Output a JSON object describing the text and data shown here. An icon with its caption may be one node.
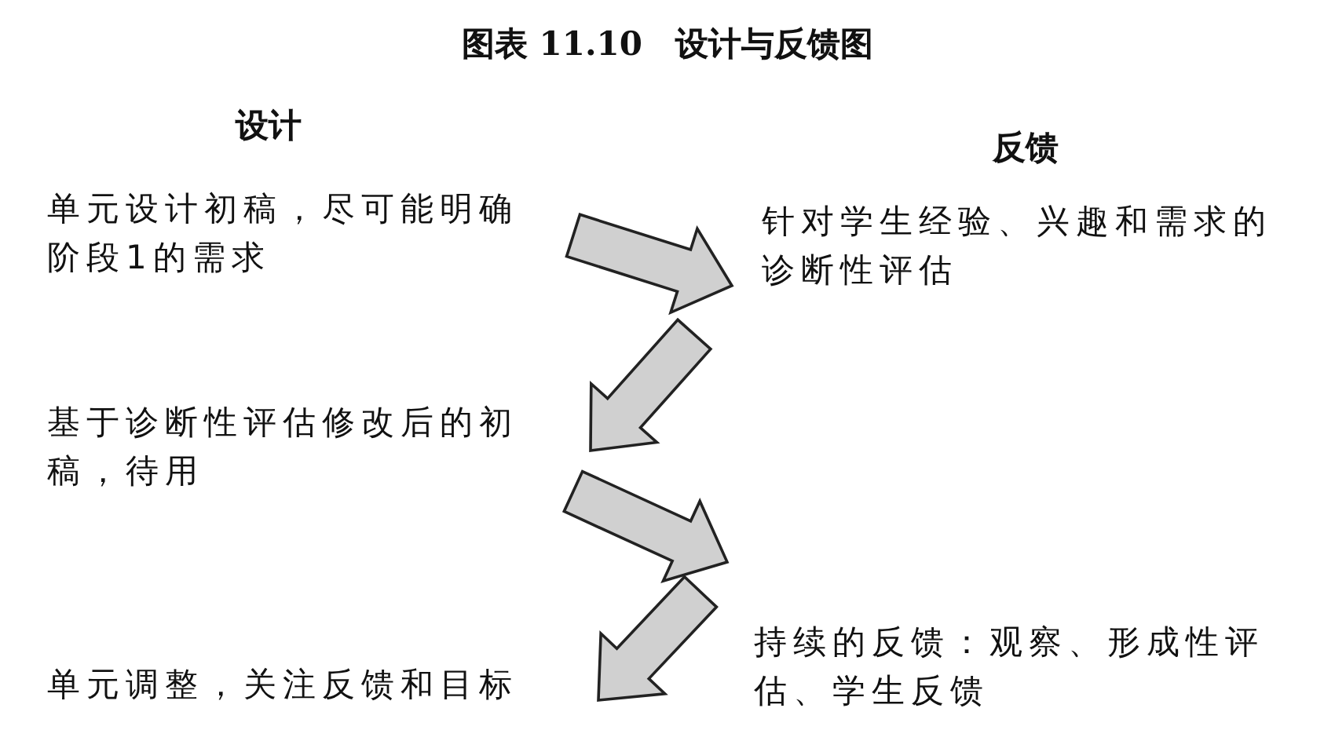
{
  "diagram": {
    "title": "图表 11.10　设计与反馈图",
    "nodes": [
      {
        "text": [
          "单元设计初稿，尽可能明确阶段1的需求"
        ]
      },
      {
        "text": [
          "针对学生经验、兴趣和需求的诊断性评估"
        ]
      },
      {
        "text": [
          "基于诊断性评估修改后的初稿，待用"
        ]
      },
      {
        "text": [
          "持续的反馈：观察、形成性评估、学生反馈"
        ]
      },
      {
        "text": [
          "单元调整，关注反馈和目标"
        ]
      }
    ],
    "edges": [
      {
        "from": 0,
        "to": 1,
        "arrow": "to"
      },
      {
        "from": 1,
        "to": 2,
        "arrow": "to"
      },
      {
        "from": 2,
        "to": 3,
        "arrow": "to"
      },
      {
        "from": 3,
        "to": 4,
        "arrow": "to"
      }
    ],
    "labels": [
      "设计",
      "反馈"
    ]
  }
}
